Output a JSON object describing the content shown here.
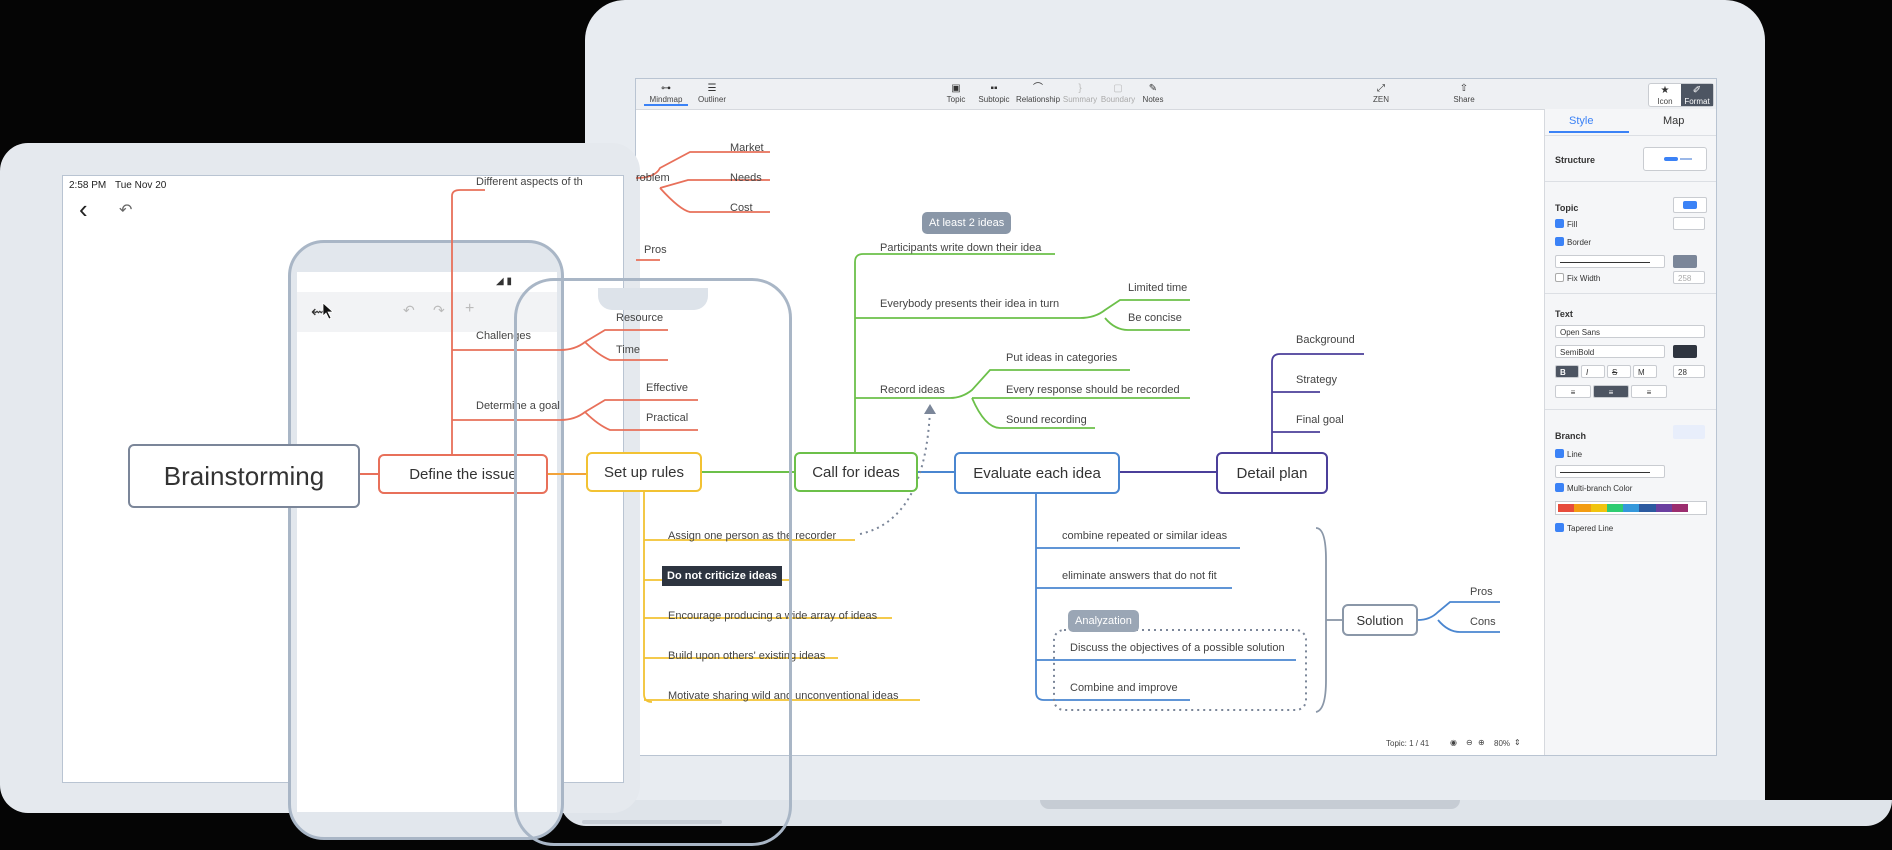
{
  "laptop": {
    "toolbar": {
      "mindmap": "Mindmap",
      "outliner": "Outliner",
      "topic": "Topic",
      "subtopic": "Subtopic",
      "relationship": "Relationship",
      "summary": "Summary",
      "boundary": "Boundary",
      "notes": "Notes",
      "zen": "ZEN",
      "share": "Share",
      "icon": "Icon",
      "format": "Format"
    },
    "panel": {
      "tab_style": "Style",
      "tab_map": "Map",
      "structure": "Structure",
      "topic": "Topic",
      "fill": "Fill",
      "border": "Border",
      "fix_width": "Fix Width",
      "fix_width_value": "258",
      "text": "Text",
      "font": "Open Sans",
      "weight": "SemiBold",
      "bold": "B",
      "italic": "I",
      "strike": "S",
      "case": "M",
      "font_size": "28",
      "branch": "Branch",
      "line": "Line",
      "multi_branch_color": "Multi-branch Color",
      "tapered_line": "Tapered Line",
      "colors": [
        "#e74c3c",
        "#f39c12",
        "#f1c40f",
        "#2ecc71",
        "#3498db",
        "#2c5aa0",
        "#6b3fa0",
        "#9b2d6f"
      ]
    },
    "status": {
      "topic_count": "Topic: 1 / 41",
      "zoom": "80%"
    }
  },
  "tablet": {
    "time": "2:58 PM",
    "date": "Tue Nov 20"
  },
  "map": {
    "root": "Brainstorming",
    "define": "Define the issue",
    "rules": "Set up rules",
    "call": "Call for ideas",
    "evaluate": "Evaluate each idea",
    "detail": "Detail plan",
    "solution": "Solution",
    "problem": "roblem",
    "market": "Market",
    "needs": "Needs",
    "cost": "Cost",
    "pros_top": "Pros",
    "different": "Different aspects of th",
    "challenges": "Challenges",
    "resource": "Resource",
    "time": "Time",
    "determine": "Determine a goal",
    "effective": "Effective",
    "practical": "Practical",
    "callout_ideas": "At least 2 ideas",
    "participants": "Participants write down their idea",
    "everybody": "Everybody presents their idea in turn",
    "limited": "Limited time",
    "concise": "Be concise",
    "record": "Record ideas",
    "categories": "Put ideas in categories",
    "every_response": "Every response should be recorded",
    "sound": "Sound recording",
    "background": "Background",
    "strategy": "Strategy",
    "final_goal": "Final goal",
    "assign": "Assign one person as the recorder",
    "criticize": "Do not criticize ideas",
    "encourage": "Encourage producing a wide array of ideas",
    "build": "Build upon others' existing ideas",
    "motivate": "Motivate sharing wild and unconventional ideas",
    "combine_rep": "combine repeated or similar ideas",
    "eliminate": "eliminate answers that do not fit",
    "analyzation": "Analyzation",
    "discuss": "Discuss the objectives of a possible solution",
    "improve": "Combine and improve",
    "pros": "Pros",
    "cons": "Cons"
  },
  "colors": {
    "red": "#e8705a",
    "orange": "#f2a33a",
    "yellow": "#f2c233",
    "green": "#6cc04a",
    "blue": "#4a86d0",
    "purple": "#4b3f9a",
    "gray": "#8a97a8"
  }
}
